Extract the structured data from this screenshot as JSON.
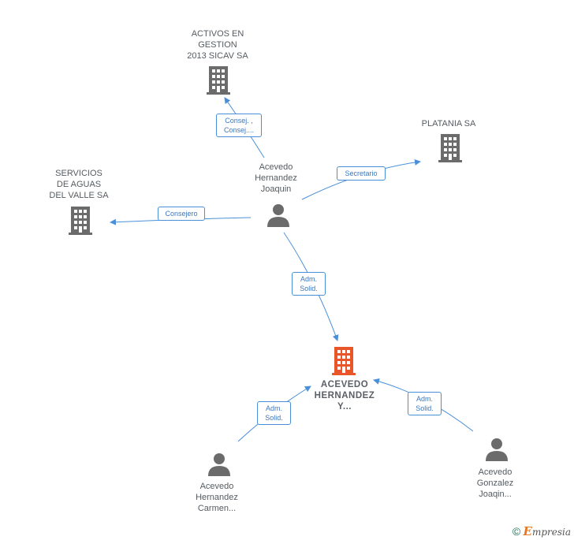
{
  "nodes": {
    "activos": {
      "label": "ACTIVOS EN\nGESTION\n2013 SICAV SA"
    },
    "platania": {
      "label": "PLATANIA SA"
    },
    "servicios": {
      "label": "SERVICIOS\nDE AGUAS\nDEL VALLE SA"
    },
    "joaquin": {
      "label": "Acevedo\nHernandez\nJoaquin"
    },
    "main": {
      "label": "ACEVEDO\nHERNANDEZ\nY..."
    },
    "carmen": {
      "label": "Acevedo\nHernandez\nCarmen..."
    },
    "gonzalez": {
      "label": "Acevedo\nGonzalez\nJoaqin..."
    }
  },
  "edges": {
    "to_activos": {
      "label": "Consej. ,\nConsej...."
    },
    "to_platania": {
      "label": "Secretario"
    },
    "to_servicios": {
      "label": "Consejero"
    },
    "to_main_from_joaquin": {
      "label": "Adm.\nSolid."
    },
    "to_main_from_carmen": {
      "label": "Adm.\nSolid."
    },
    "to_main_from_gonzalez": {
      "label": "Adm.\nSolid."
    }
  },
  "footer": {
    "copyright": "©",
    "brand_initial": "E",
    "brand_rest": "mpresia"
  },
  "colors": {
    "company": "#6b6b6b",
    "main_company": "#e8562a",
    "person": "#6b6b6b",
    "edge": "#4a90d9"
  }
}
